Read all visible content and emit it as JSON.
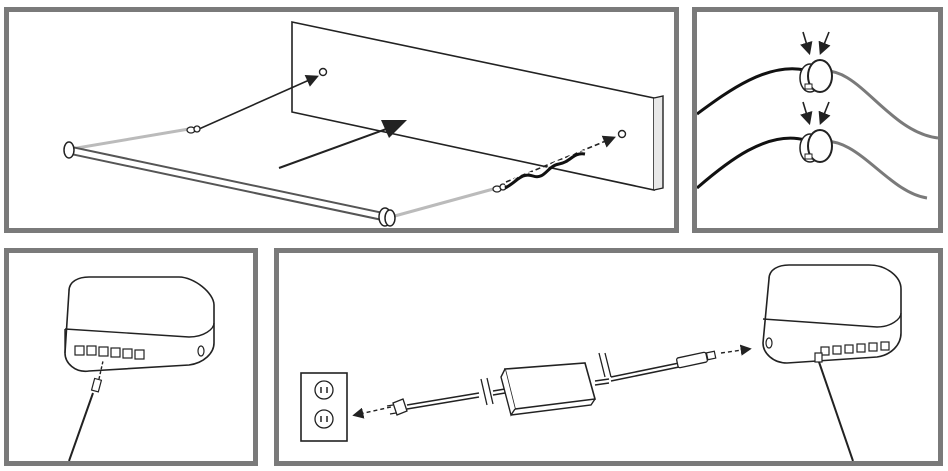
{
  "diagram": {
    "panels": [
      {
        "id": "step-mount-bar",
        "contents": [
          "wall-panel",
          "light-bar",
          "mounting-clip",
          "mounting-clip",
          "screw-hole",
          "screw-hole",
          "cable",
          "direction-arrow"
        ]
      },
      {
        "id": "step-connect-plugs",
        "contents": [
          "connector-plug",
          "connector-plug",
          "press-arrow",
          "press-arrow",
          "cable"
        ]
      },
      {
        "id": "step-plug-into-hub",
        "contents": [
          "junction-box",
          "port-row",
          "cable-plug"
        ]
      },
      {
        "id": "step-connect-power",
        "contents": [
          "wall-outlet",
          "power-plug",
          "power-adapter",
          "usb-plug",
          "junction-box",
          "cable-plug"
        ]
      }
    ],
    "colors": {
      "frame": "#7a7a7a",
      "line": "#222222",
      "cable_dark": "#111111",
      "cable_gray": "#7a7a7a"
    }
  }
}
